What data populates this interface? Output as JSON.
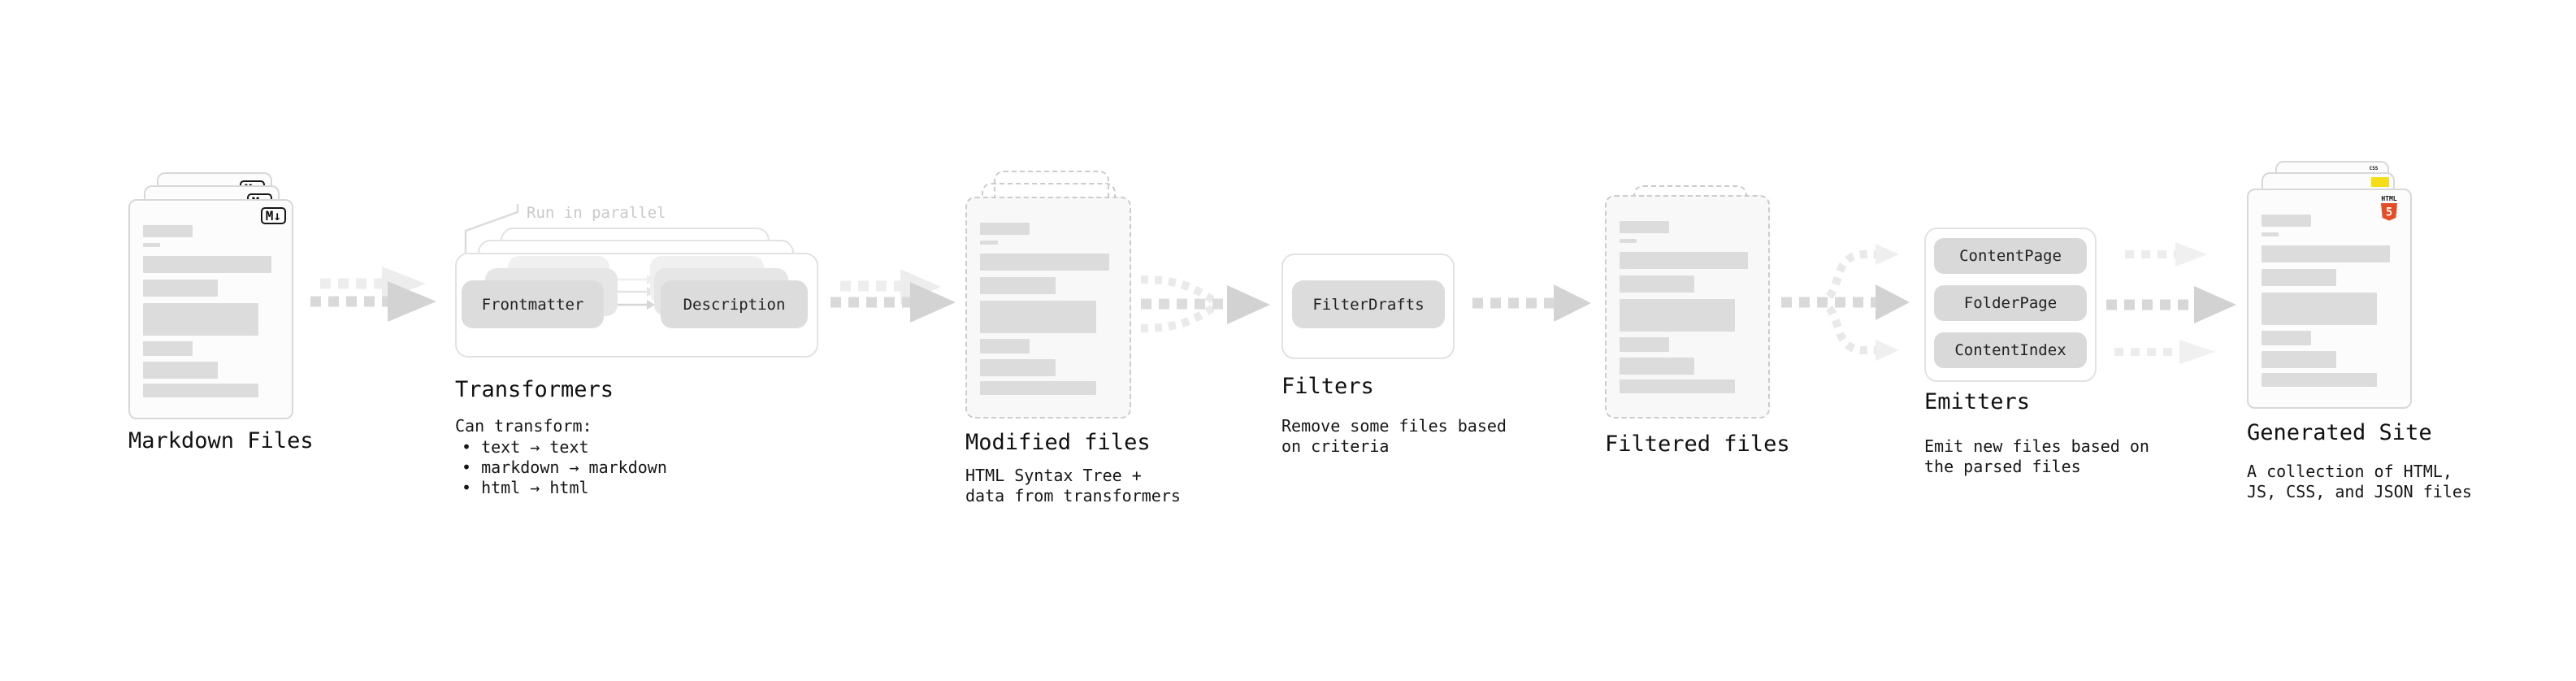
{
  "diagram": {
    "stages": {
      "markdown_files": {
        "title": "Markdown Files",
        "badge": "M↓"
      },
      "transformers": {
        "title": "Transformers",
        "annotation": "Run in parallel",
        "source_pill": "Frontmatter",
        "result_pill": "Description",
        "description_heading": "Can transform:",
        "bullets": [
          "• text → text",
          "• markdown → markdown",
          "• html → html"
        ]
      },
      "modified_files": {
        "title": "Modified files",
        "description": [
          "HTML Syntax Tree +",
          "data from transformers"
        ]
      },
      "filters": {
        "title": "Filters",
        "pill": "FilterDrafts",
        "description": [
          "Remove some files based",
          "on criteria"
        ]
      },
      "filtered_files": {
        "title": "Filtered files"
      },
      "emitters": {
        "title": "Emitters",
        "pills": [
          "ContentPage",
          "FolderPage",
          "ContentIndex"
        ],
        "description": [
          "Emit new files based on",
          "the parsed files"
        ]
      },
      "generated_site": {
        "title": "Generated Site",
        "description": [
          "A collection of HTML,",
          "JS, CSS, and JSON files"
        ],
        "badges": {
          "css": "CSS",
          "html": "HTML",
          "html_number": "5"
        }
      }
    },
    "colors": {
      "html5_orange": "#e44d26",
      "js_yellow": "#f5de19",
      "css_blue": "#2d53e5",
      "arrow_gray": "#d9d9d9"
    }
  }
}
